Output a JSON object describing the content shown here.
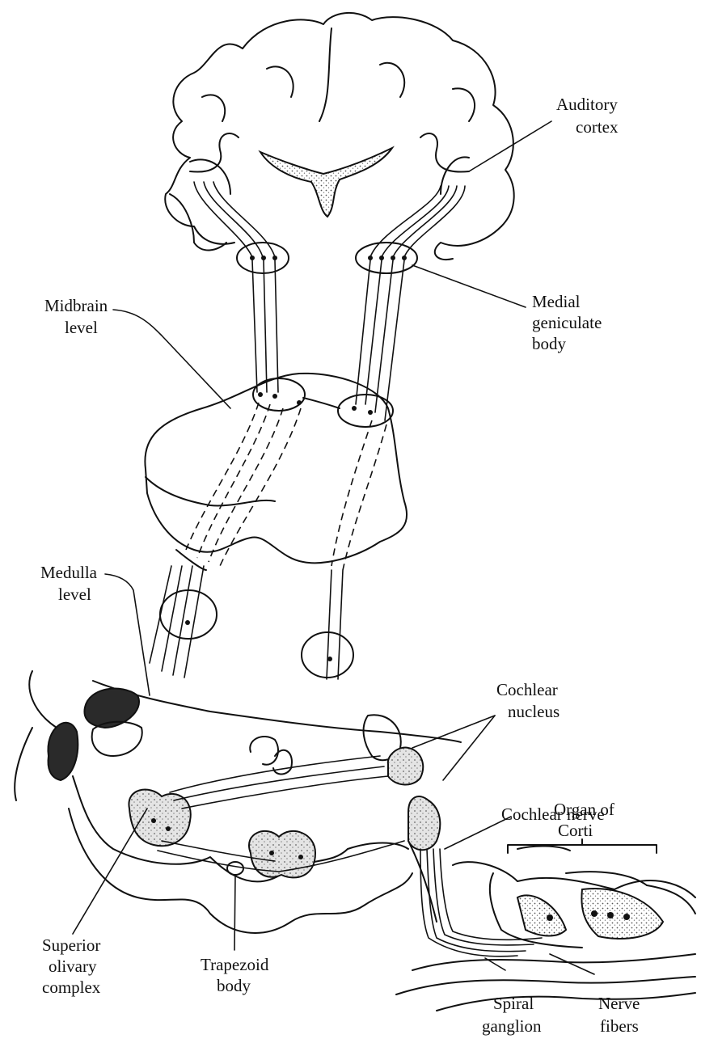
{
  "labels": {
    "auditory_cortex": [
      "Auditory",
      "cortex"
    ],
    "medial_geniculate_body": [
      "Medial",
      "geniculate",
      "body"
    ],
    "midbrain_level": [
      "Midbrain",
      "level"
    ],
    "medulla_level": [
      "Medulla",
      "level"
    ],
    "cochlear_nucleus": [
      "Cochlear",
      "nucleus"
    ],
    "cochlear_nerve": [
      "Cochlear nerve"
    ],
    "organ_of_corti": [
      "Organ of",
      "Corti"
    ],
    "superior_olivary_complex": [
      "Superior",
      "olivary",
      "complex"
    ],
    "trapezoid_body": [
      "Trapezoid",
      "body"
    ],
    "spiral_ganglion": [
      "Spiral",
      "ganglion"
    ],
    "nerve_fibers": [
      "Nerve",
      "fibers"
    ]
  }
}
